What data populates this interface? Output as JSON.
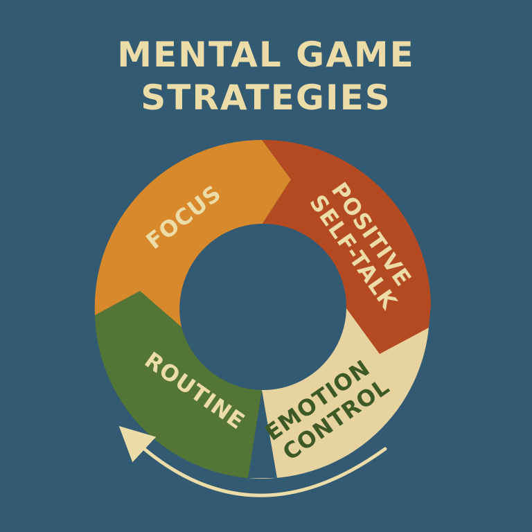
{
  "title": {
    "line1": "MENTAL GAME",
    "line2": "STRATEGIES"
  },
  "colors": {
    "background": "#325a73",
    "title": "#ecdca8",
    "focus": "#d8892b",
    "positive_self_talk": "#b44a22",
    "emotion_control": "#e6d3a0",
    "routine": "#537535",
    "label_light": "#ecdca8",
    "label_dark": "#3d5a26",
    "arrow": "#ecdca8"
  },
  "segments": [
    {
      "id": "focus",
      "lines": [
        "FOCUS"
      ]
    },
    {
      "id": "positive-self-talk",
      "lines": [
        "POSITIVE",
        "SELF-TALK"
      ]
    },
    {
      "id": "emotion-control",
      "lines": [
        "EMOTION",
        "CONTROL"
      ]
    },
    {
      "id": "routine",
      "lines": [
        "ROUTINE"
      ]
    }
  ]
}
